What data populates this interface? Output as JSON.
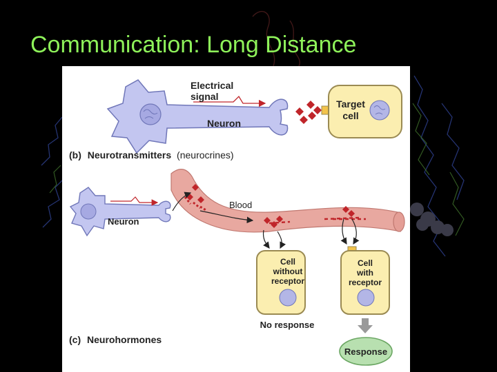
{
  "slide": {
    "title": "Communication:  Long Distance"
  },
  "panel_b": {
    "signal_line1": "Electrical",
    "signal_line2": "signal",
    "neuron": "Neuron",
    "target_line1": "Target",
    "target_line2": "cell",
    "caption_letter": "(b)",
    "caption_bold": "Neurotransmitters",
    "caption_normal": "(neurocrines)"
  },
  "panel_c": {
    "neuron": "Neuron",
    "blood": "Blood",
    "cell_without_line1": "Cell",
    "cell_without_line2": "without",
    "cell_without_line3": "receptor",
    "cell_with_line1": "Cell",
    "cell_with_line2": "with",
    "cell_with_line3": "receptor",
    "no_response": "No response",
    "response": "Response",
    "caption_letter": "(c)",
    "caption_bold": "Neurohormones"
  },
  "colors": {
    "title": "#8ef25a",
    "neuron_body": "#c3c6f0",
    "neuron_outline": "#6f76b8",
    "cell_fill": "#fbeeb0",
    "cell_outline": "#9a8a52",
    "vessel": "#e8a8a0",
    "molecule": "#c0252a",
    "signal_arrow": "#c0252a",
    "response_fill": "#b8e0b0"
  }
}
